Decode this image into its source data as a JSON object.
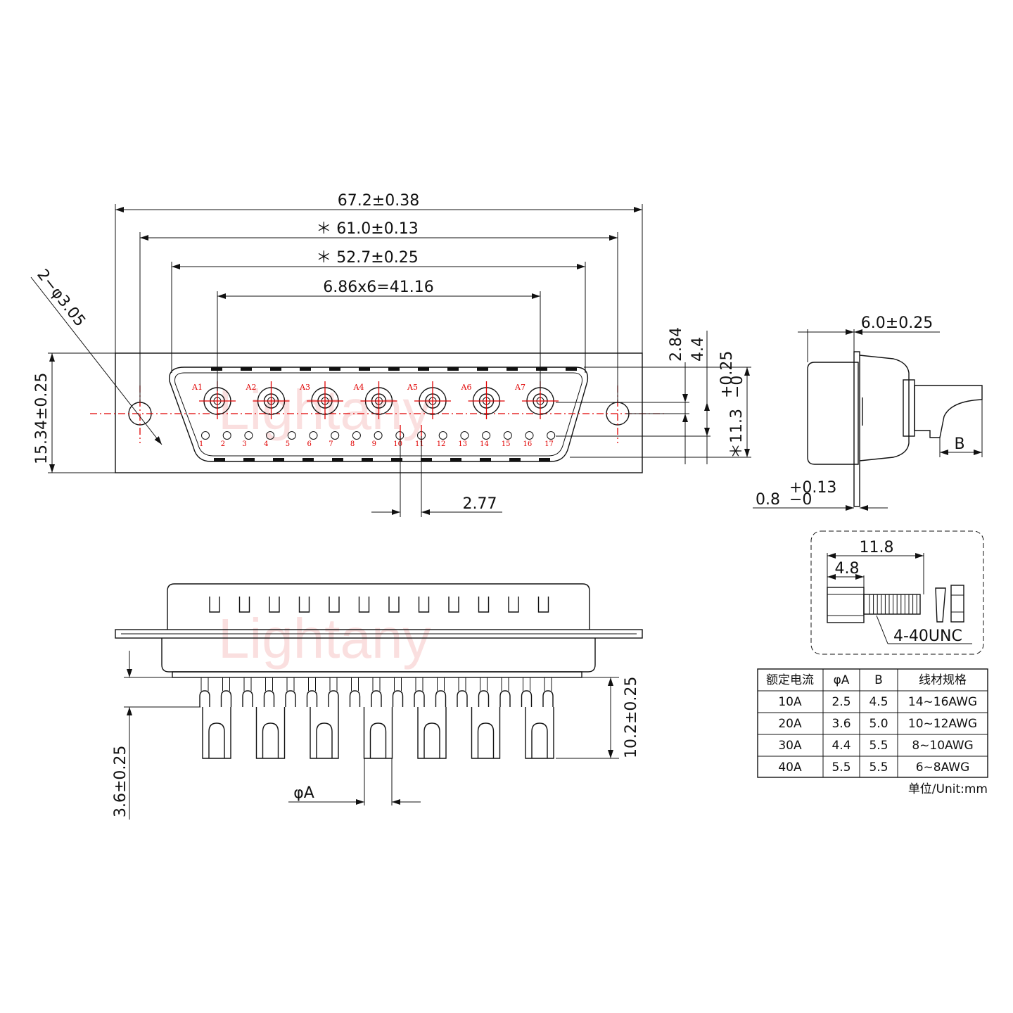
{
  "watermark": "Lightany",
  "front_view": {
    "dims": {
      "overall": "67.2±0.38",
      "mount_holes": "＊ 61.0±0.13",
      "shell": "＊ 52.7±0.25",
      "pitch_large": "6.86x6=41.16",
      "hole_dia": "2−φ3.05",
      "height": "15.34±0.25",
      "pitch_small": "2.77",
      "offset_a": "2.84",
      "offset_b": "4.4",
      "inner_height": "＊11.3",
      "inner_tol_upper": "+0.25",
      "inner_tol_lower": "−0"
    },
    "large_contacts": [
      "A1",
      "A2",
      "A3",
      "A4",
      "A5",
      "A6",
      "A7"
    ],
    "small_contacts": [
      "1",
      "2",
      "3",
      "4",
      "5",
      "6",
      "7",
      "8",
      "9",
      "10",
      "11",
      "12",
      "13",
      "14",
      "15",
      "16",
      "17"
    ]
  },
  "side_view": {
    "depth": "6.0±0.25",
    "flange_base": "0.8",
    "flange_tol_upper": "+0.13",
    "flange_tol_lower": "−0",
    "b_label": "B"
  },
  "screw_detail": {
    "length": "11.8",
    "head": "4.8",
    "thread": "4-40UNC"
  },
  "bottom_view": {
    "height": "10.2±0.25",
    "pin_height": "3.6±0.25",
    "diameter_label": "φA"
  },
  "table": {
    "headers": [
      "额定电流",
      "φA",
      "B",
      "线材规格"
    ],
    "rows": [
      [
        "10A",
        "2.5",
        "4.5",
        "14~16AWG"
      ],
      [
        "20A",
        "3.6",
        "5.0",
        "10~12AWG"
      ],
      [
        "30A",
        "4.4",
        "5.5",
        "8~10AWG"
      ],
      [
        "40A",
        "5.5",
        "5.5",
        "6~8AWG"
      ]
    ],
    "unit": "单位/Unit:mm"
  }
}
